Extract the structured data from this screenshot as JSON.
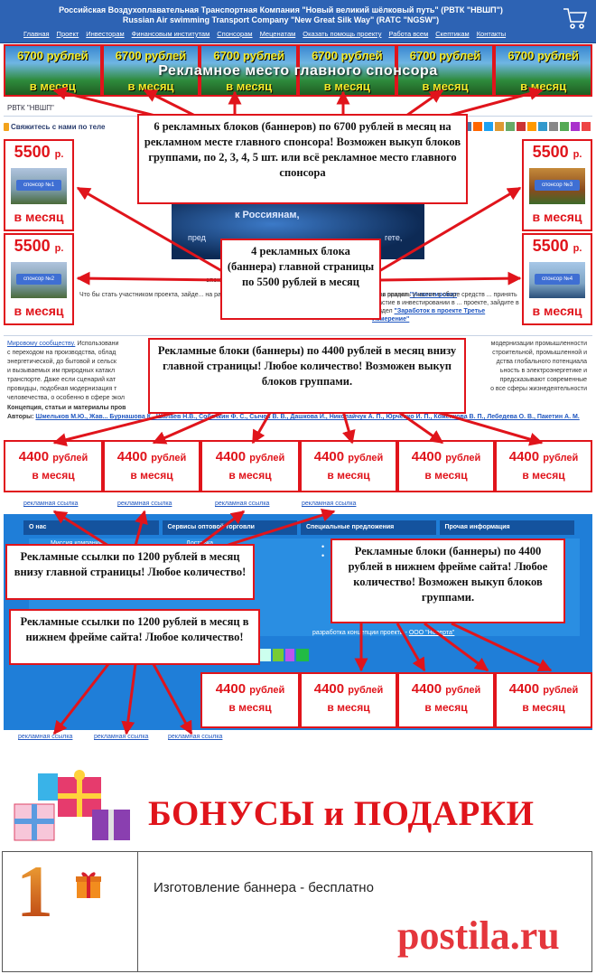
{
  "header": {
    "title_ru": "Российская Воздухоплавательная Транспортная Компания \"Новый великий шёлковый путь\" (РВТК \"НВШП\")",
    "title_en": "Russian Air swimming Transport Company \"New Great Silk Way\" (RATC \"NGSW\")",
    "nav": [
      "Главная",
      "Проект",
      "Инвесторам",
      "Финансовым институтам",
      "Спонсорам",
      "Меценатам",
      "Оказать помощь проекту",
      "Работа всем",
      "Скептикам",
      "Контакты"
    ]
  },
  "top_banners": {
    "price": "6700 рублей",
    "per_month": "в месяц",
    "caption": "Рекламное место главного спонсора"
  },
  "breadcrumb": "РВТК \"НВШП\"",
  "contact_line": "Свяжитесь с нами по теле",
  "side_banners": {
    "price": "5500",
    "price_unit": "р.",
    "per_month": "в месяц",
    "sponsor_1": "спонсор №1",
    "sponsor_2": "спонсор №2",
    "sponsor_3": "спонсор №3",
    "sponsor_4": "спонсор №4"
  },
  "center": {
    "image_text": "к Россиянам,",
    "image_sub": "пред",
    "image_sub_2": "гете,",
    "sponsor_text": "спонсо",
    "sponsor_text_right": "",
    "body_text": "Что бы стать участником проекта, зайде... на развитие проекта, зайдите в раздел ...опроекте, зайдите в раздел",
    "body_right": "о бы принять участие в сборе средств ... принять участие в инвестировании в ... проекте, зайдите в раздел",
    "link_invest": "\"Инвестироват",
    "link_earn": "\"Заработок в проекте Третье Измерение\""
  },
  "middle": {
    "line1_link": "Мировому сообществу.",
    "line1": "Использовани",
    "line1_right": "модернизации промышленности",
    "line2": "с переходом на производства, облад",
    "line2_right": "строительной, промышленной и",
    "line3": "энергетической, до бытовой и сельск",
    "line3_right": "дства глобального потенциала",
    "line4": "и вызываемых им природных катакл",
    "line4_right": "ьность в электроэнергетике и",
    "line5": "транспорте. Даже если сценарий кат",
    "line5_right": "предсказывают современные",
    "line6": "провидцы, подобная модернизация т",
    "line6_right": "о все сферы жизнедеятельности",
    "line7": "человечества, о особенно в сфере экол",
    "authors_label": "Концепция, статьи и материалы пров",
    "authors_prefix": "Авторы:",
    "authors": "Шмельков М.Ю., Жав... Бурнашова К., Шалаев Н.В., Собачкин Ф. С., Сычев В. В., Дашкова И., Николайчук А. П., Юрченко И. П., Коженкова В. П., Лебедева О. В., Пакетин А. М."
  },
  "bottom_banners": {
    "price": "4400",
    "price_unit": "рублей",
    "per_month": "в месяц"
  },
  "ad_link": "рекламная ссылка",
  "footer": {
    "col1": "О нас",
    "col2": "Сервисы оптовой торговли",
    "col3": "Специальные предложения",
    "col4": "Прочая информация",
    "item1": "Миссия компании",
    "item2": "Доставка",
    "dev": "разработка концепции проекта - ",
    "dev_link": "ООО \"Новерта\""
  },
  "callouts": {
    "main_sponsor": "6 рекламных блоков (баннеров) по 6700 рублей в месяц на рекламном месте главного спонсора! Возможен выкуп блоков группами, по 2, 3, 4, 5 шт. или всё рекламное место главного спонсора",
    "main_page_blocks": "4 рекламных блока (баннера) главной страницы по 5500 рублей в месяц",
    "bottom_blocks": "Рекламные блоки (баннеры) по 4400 рублей в месяц внизу главной страницы! Любое количество! Возможен выкуп блоков группами.",
    "links_main": "Рекламные ссылки по 1200 рублей в месяц внизу главной страницы! Любое количество!",
    "footer_blocks": "Рекламные блоки (баннеры) по 4400 рублей в нижнем фрейме сайта! Любое количество! Возможен выкуп блоков группами.",
    "links_footer": "Рекламные ссылки по 1200 рублей в месяц в нижнем фрейме сайта! Любое количество!"
  },
  "bonus": {
    "title": "БОНУСЫ и ПОДАРКИ",
    "item_number": "1",
    "item_text": "Изготовление баннера - бесплатно"
  },
  "watermark": "postila.ru",
  "colors": {
    "header_blue": "#2d63b4",
    "accent_red": "#e0141b",
    "banner_yellow": "#f3ea2a",
    "footer_blue": "#1f7ed8",
    "link_blue": "#1f56c0"
  }
}
